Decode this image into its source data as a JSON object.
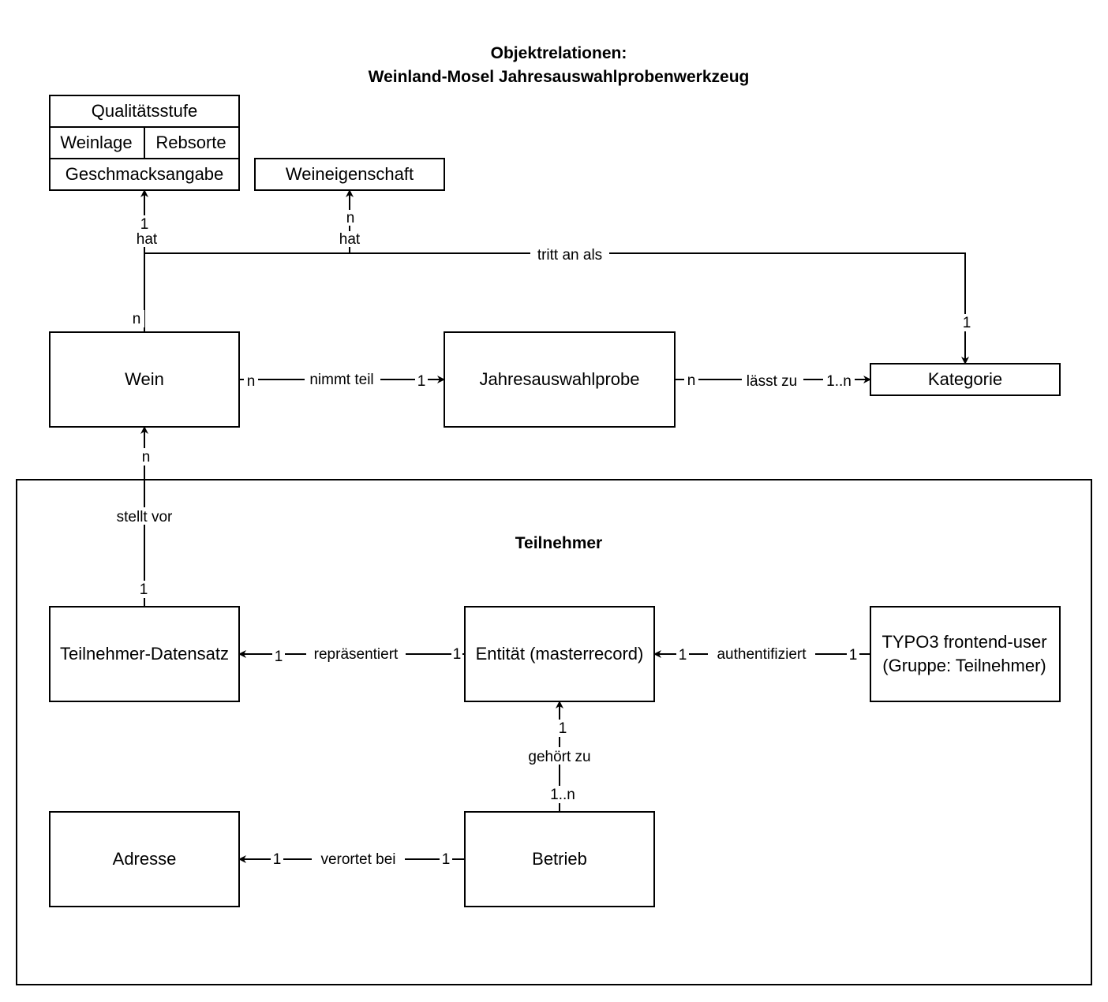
{
  "title": {
    "line1": "Objektrelationen:",
    "line2": "Weinland-Mosel Jahresauswahlprobenwerkzeug"
  },
  "group": {
    "label": "Teilnehmer"
  },
  "entities": {
    "qualitaetsstufe": "Qualitätsstufe",
    "weinlage": "Weinlage",
    "rebsorte": "Rebsorte",
    "geschmacksangabe": "Geschmacksangabe",
    "weineigenschaft": "Weineigenschaft",
    "wein": "Wein",
    "jahresauswahlprobe": "Jahresauswahlprobe",
    "kategorie": "Kategorie",
    "teilnehmer_datensatz": "Teilnehmer-Datensatz",
    "entitaet": "Entität (masterrecord)",
    "typo3_line1": "TYPO3 frontend-user",
    "typo3_line2": "(Gruppe: Teilnehmer)",
    "adresse": "Adresse",
    "betrieb": "Betrieb"
  },
  "relations": {
    "hat_attributes": {
      "label": "hat",
      "from": "n",
      "to": "1"
    },
    "hat_eigenschaft": {
      "label": "hat",
      "to": "n"
    },
    "tritt_an_als": {
      "label": "tritt an als",
      "to": "1"
    },
    "nimmt_teil": {
      "label": "nimmt teil",
      "from": "n",
      "to": "1"
    },
    "laesst_zu": {
      "label": "lässt zu",
      "from": "n",
      "to": "1..n"
    },
    "stellt_vor": {
      "label": "stellt vor",
      "from": "1",
      "to": "n"
    },
    "repraesentiert": {
      "label": "repräsentiert",
      "from": "1",
      "to": "1"
    },
    "authentifiziert": {
      "label": "authentifiziert",
      "from": "1",
      "to": "1"
    },
    "gehoert_zu": {
      "label": "gehört zu",
      "from": "1..n",
      "to": "1"
    },
    "verortet_bei": {
      "label": "verortet bei",
      "from": "1",
      "to": "1"
    }
  }
}
